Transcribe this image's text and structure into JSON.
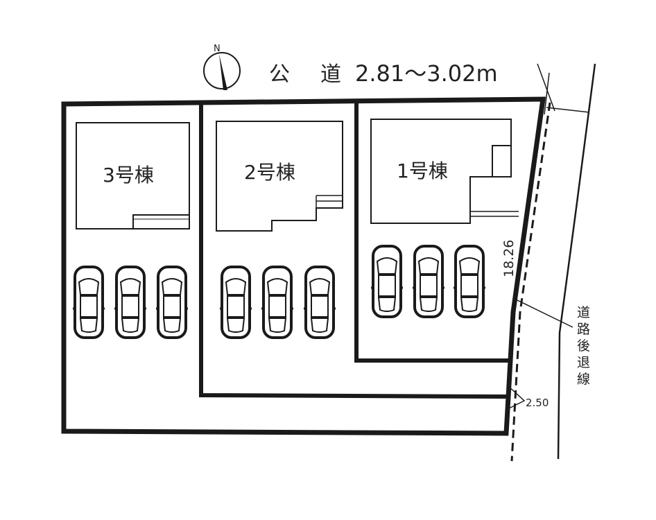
{
  "road": {
    "label_kou": "公",
    "label_dou": "道",
    "width": "2.81～3.02m"
  },
  "compass": {
    "north": "N"
  },
  "buildings": [
    {
      "label": "3号棟"
    },
    {
      "label": "2号棟"
    },
    {
      "label": "1号棟"
    }
  ],
  "dimensions": {
    "frontage": "18.26",
    "setback": "2.50"
  },
  "setback_line_label": [
    "道",
    "路",
    "後",
    "退",
    "線"
  ],
  "colors": {
    "line": "#1a1a1a",
    "background": "#ffffff"
  }
}
